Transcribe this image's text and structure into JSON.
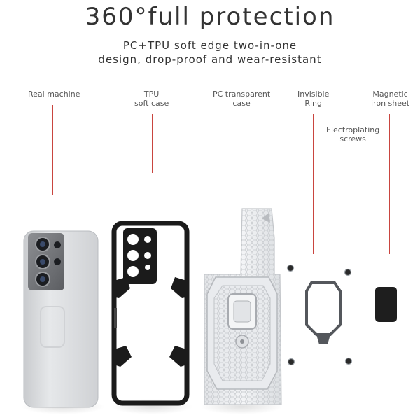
{
  "header": {
    "title": "360°full protection",
    "subtitle_line1": "PC+TPU soft edge two-in-one",
    "subtitle_line2": "design, drop-proof and wear-resistant"
  },
  "components": [
    {
      "line1": "Real machine",
      "line2": ""
    },
    {
      "line1": "TPU",
      "line2": "soft case"
    },
    {
      "line1": "PC transparent",
      "line2": "case"
    },
    {
      "line1": "Invisible",
      "line2": "Ring"
    },
    {
      "line1": "Magnetic",
      "line2": "iron sheet"
    },
    {
      "line1": "Electroplating",
      "line2": "screws"
    }
  ],
  "colors": {
    "leader_line": "#c9453f",
    "phone_body": "#d8dadd",
    "tpu_frame": "#1b1b1b",
    "pc_case": "#eceef0",
    "magnet": "#1e1e1e"
  }
}
